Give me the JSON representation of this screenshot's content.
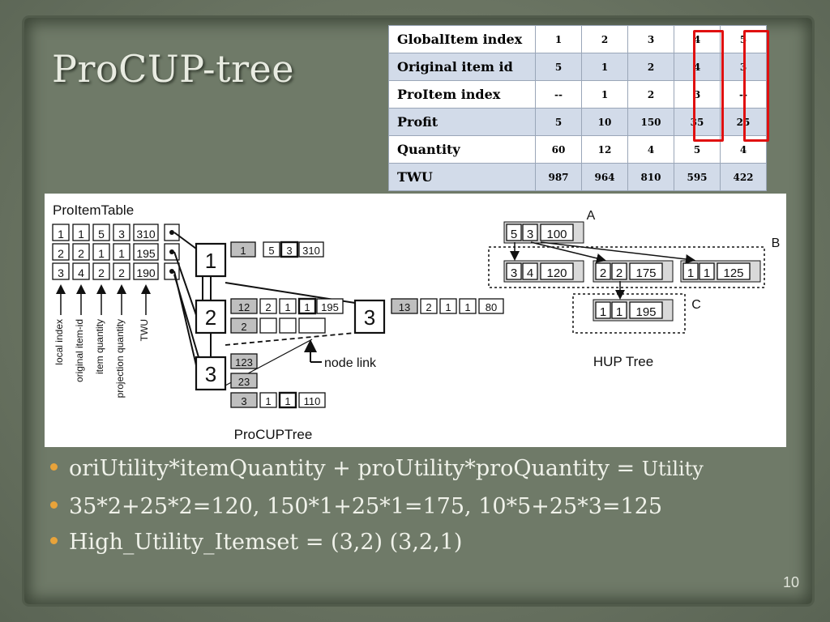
{
  "slide": {
    "title": "ProCUP-tree",
    "page_number": "10"
  },
  "table": {
    "rows": [
      {
        "label": "GlobalItem index",
        "values": [
          "1",
          "2",
          "3",
          "4",
          "5"
        ]
      },
      {
        "label": "Original item id",
        "values": [
          "5",
          "1",
          "2",
          "4",
          "3"
        ]
      },
      {
        "label": "ProItem index",
        "values": [
          "--",
          "1",
          "2",
          "3",
          "--"
        ]
      },
      {
        "label": "Profit",
        "values": [
          "5",
          "10",
          "150",
          "35",
          "25"
        ]
      },
      {
        "label": "Quantity",
        "values": [
          "60",
          "12",
          "4",
          "5",
          "4"
        ]
      },
      {
        "label": "TWU",
        "values": [
          "987",
          "964",
          "810",
          "595",
          "422"
        ]
      }
    ],
    "highlight_color": "#e01010"
  },
  "diagram": {
    "proitem_table_title": "ProItemTable",
    "proitem_rows": [
      [
        "1",
        "1",
        "5",
        "3",
        "310"
      ],
      [
        "2",
        "2",
        "1",
        "1",
        "195"
      ],
      [
        "3",
        "4",
        "2",
        "2",
        "190"
      ]
    ],
    "axis_labels": [
      "local index",
      "original item-id",
      "item quantity",
      "projection quantity",
      "TWU"
    ],
    "nodes": [
      "1",
      "2",
      "3",
      "3"
    ],
    "node1_record": [
      "1",
      "5",
      "3",
      "310"
    ],
    "node2_records": [
      [
        "12",
        "2",
        "1",
        "1",
        "195"
      ],
      [
        "2",
        "",
        "",
        ""
      ]
    ],
    "node3_records": [
      [
        "123"
      ],
      [
        "23"
      ],
      [
        "3",
        "1",
        "1",
        "110"
      ]
    ],
    "node3b_record": [
      "13",
      "2",
      "1",
      "1",
      "80"
    ],
    "node_link_label": "node link",
    "procup_label": "ProCUPTree",
    "hup_label": "HUP Tree",
    "hup_A_record": [
      "5",
      "3",
      "100"
    ],
    "hup_B_records": [
      [
        "3",
        "4",
        "120"
      ],
      [
        "2",
        "2",
        "175"
      ],
      [
        "1",
        "1",
        "125"
      ]
    ],
    "hup_C_record": [
      "1",
      "1",
      "195"
    ],
    "hup_letters": [
      "A",
      "B",
      "C"
    ]
  },
  "bullets": [
    {
      "main": "oriUtility*itemQuantity + proUtility*proQuantity = ",
      "tail": "Utility"
    },
    {
      "main": "35*2+25*2=120, 150*1+25*1=175, 10*5+25*3=125",
      "tail": ""
    },
    {
      "main": "High_Utility_Itemset = (3,2) (3,2,1)",
      "tail": ""
    }
  ]
}
